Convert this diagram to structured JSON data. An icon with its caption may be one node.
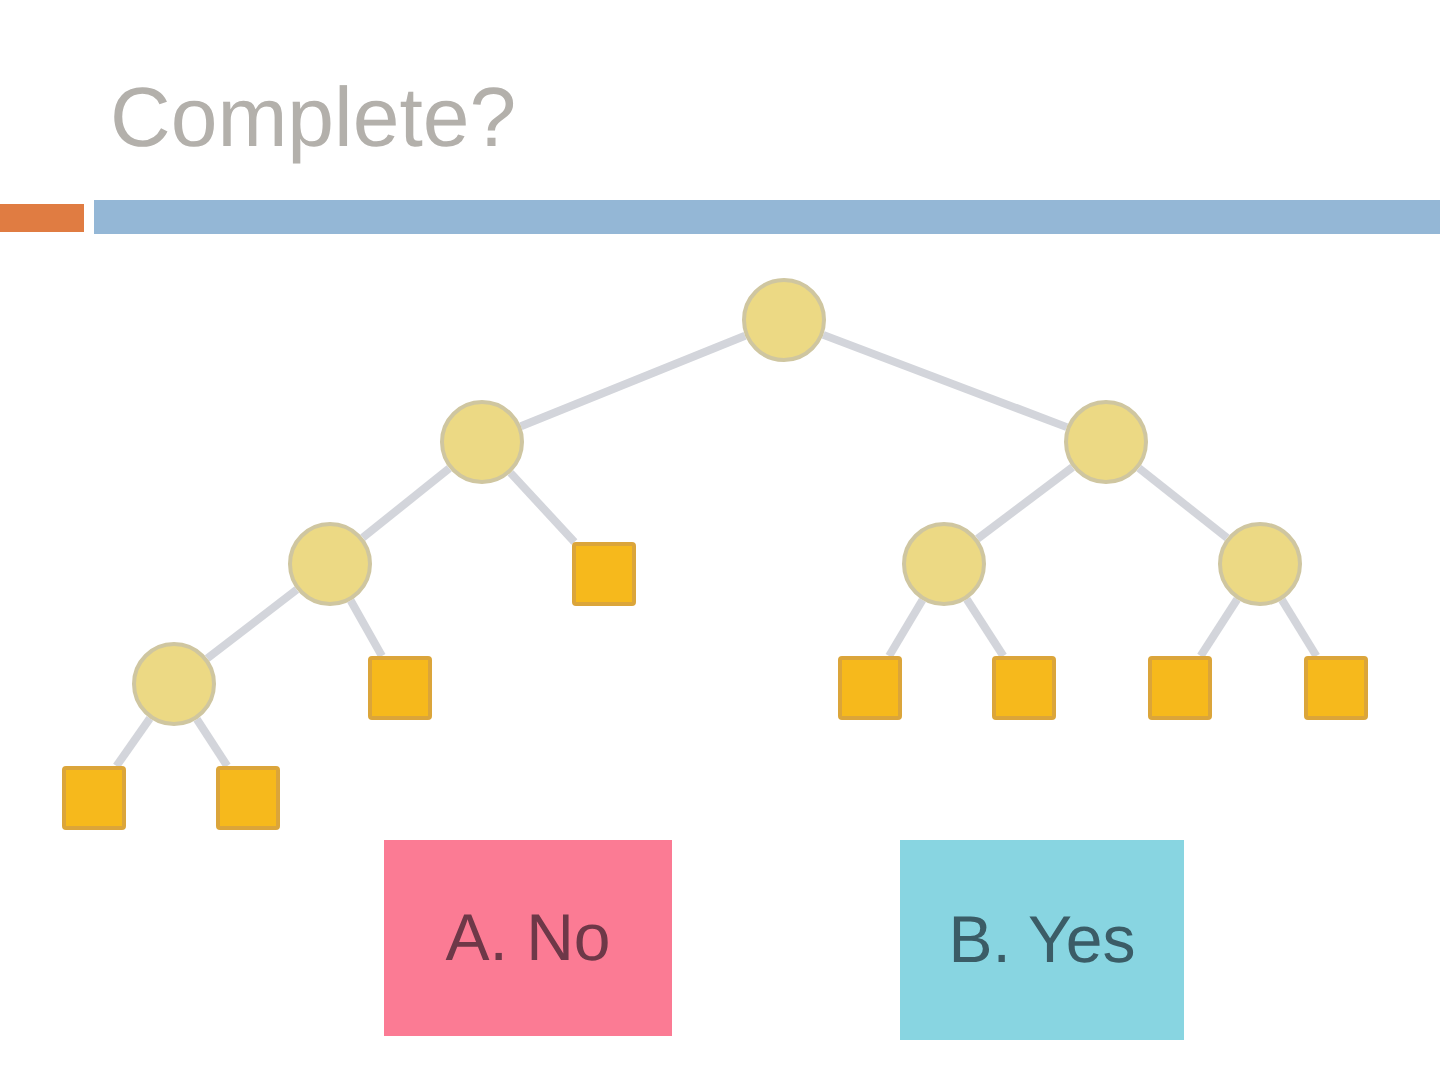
{
  "diagram": {
    "title": "Complete?",
    "nodes": [
      {
        "text": [],
        "shape": "circle"
      },
      {
        "text": [],
        "shape": "circle"
      },
      {
        "text": [],
        "shape": "circle"
      },
      {
        "text": [],
        "shape": "circle"
      },
      {
        "text": [],
        "shape": "box"
      },
      {
        "text": [],
        "shape": "circle"
      },
      {
        "text": [],
        "shape": "circle"
      },
      {
        "text": [],
        "shape": "circle"
      },
      {
        "text": [],
        "shape": "box"
      },
      {
        "text": [],
        "shape": "box"
      },
      {
        "text": [],
        "shape": "box"
      },
      {
        "text": [],
        "shape": "box"
      },
      {
        "text": [],
        "shape": "box"
      },
      {
        "text": [],
        "shape": "box"
      },
      {
        "text": [],
        "shape": "box"
      },
      {
        "text": [
          "A. No"
        ]
      },
      {
        "text": [
          "B. Yes"
        ]
      }
    ],
    "edges": [
      {
        "from": 0,
        "to": 1,
        "arrow": "none"
      },
      {
        "from": 0,
        "to": 2,
        "arrow": "none"
      },
      {
        "from": 1,
        "to": 3,
        "arrow": "none"
      },
      {
        "from": 1,
        "to": 4,
        "arrow": "none"
      },
      {
        "from": 3,
        "to": 7,
        "arrow": "none"
      },
      {
        "from": 3,
        "to": 8,
        "arrow": "none"
      },
      {
        "from": 7,
        "to": 13,
        "arrow": "none"
      },
      {
        "from": 7,
        "to": 14,
        "arrow": "none"
      },
      {
        "from": 2,
        "to": 5,
        "arrow": "none"
      },
      {
        "from": 2,
        "to": 6,
        "arrow": "none"
      },
      {
        "from": 5,
        "to": 9,
        "arrow": "none"
      },
      {
        "from": 5,
        "to": 10,
        "arrow": "none"
      },
      {
        "from": 6,
        "to": 11,
        "arrow": "none"
      },
      {
        "from": 6,
        "to": 12,
        "arrow": "none"
      }
    ]
  }
}
